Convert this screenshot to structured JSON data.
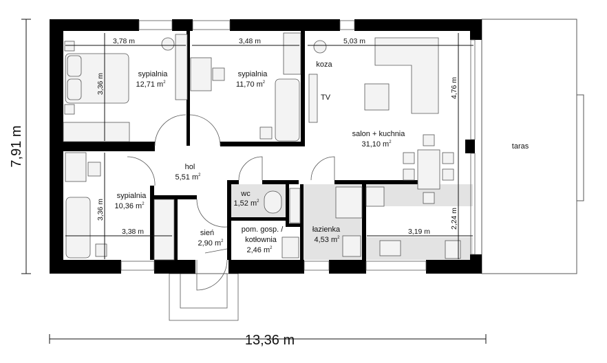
{
  "plan": {
    "overall_width": "13,36 m",
    "overall_depth": "7,91 m",
    "rooms": [
      {
        "name": "sypialnia",
        "area": "12,71 m",
        "sup": "2"
      },
      {
        "name": "sypialnia",
        "area": "11,70 m",
        "sup": "2"
      },
      {
        "name": "salon + kuchnia",
        "area": "31,10 m",
        "sup": "2"
      },
      {
        "name": "hol",
        "area": "5,51 m",
        "sup": "2"
      },
      {
        "name": "sypialnia",
        "area": "10,36 m",
        "sup": "2"
      },
      {
        "name": "wc",
        "area": "1,52 m",
        "sup": "2"
      },
      {
        "name": "sień",
        "area": "2,90 m",
        "sup": "2"
      },
      {
        "name": "pom. gosp. /",
        "name2": "kotłownia",
        "area": "2,46 m",
        "sup": "2"
      },
      {
        "name": "łazienka",
        "area": "4,53 m",
        "sup": "2"
      }
    ],
    "labels": {
      "koza": "koza",
      "tv": "TV",
      "taras": "taras"
    },
    "dimensions": {
      "d1": "3,78 m",
      "d2": "3,48 m",
      "d3": "5,03 m",
      "d4": "3,36 m",
      "d5": "4,76 m",
      "d6": "3,36 m",
      "d7": "3,38 m",
      "d8": "3,19 m",
      "d9": "2,24 m"
    },
    "colors": {
      "wall": "#000000",
      "wet_area": "#e3e3e3"
    }
  }
}
